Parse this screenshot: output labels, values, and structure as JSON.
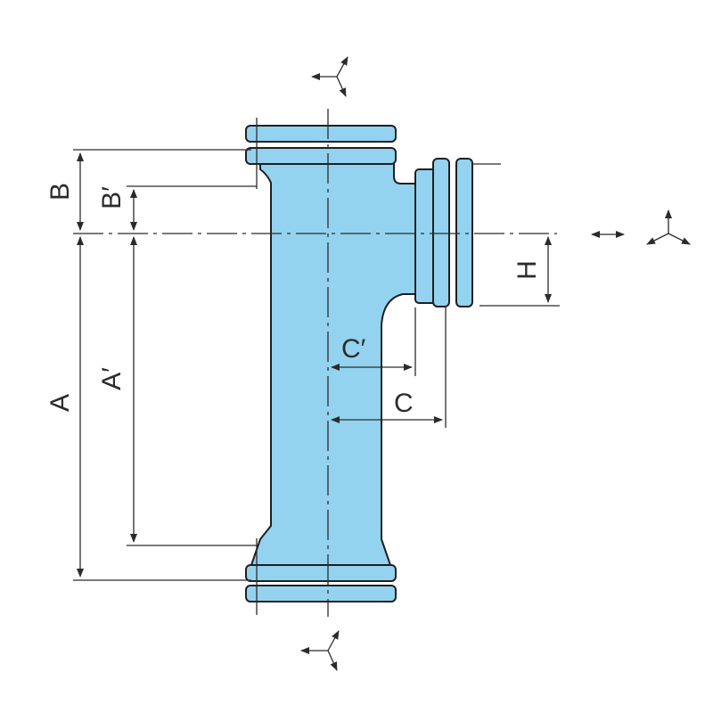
{
  "diagram": {
    "body_color": "#93d3ef",
    "outline_color": "#1f1f1f",
    "dimension_color": "#2b2b2b",
    "labels": {
      "A": "A",
      "A_prime": "A′",
      "B": "B",
      "B_prime": "B′",
      "C": "C",
      "C_prime": "C′",
      "H": "H"
    },
    "icons": [
      "axis-tripod-icon",
      "double-arrow-icon"
    ]
  }
}
